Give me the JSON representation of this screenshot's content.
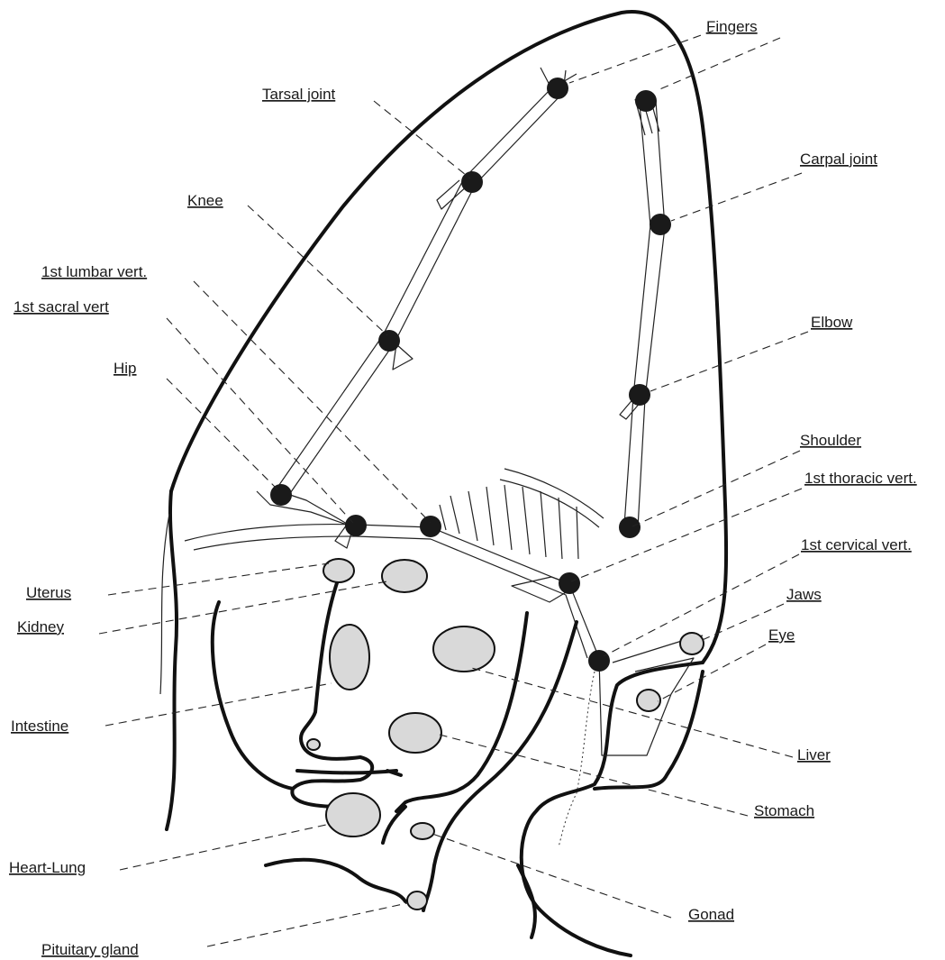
{
  "labels": {
    "fingers": "Fingers",
    "tarsal_joint": "Tarsal joint",
    "carpal_joint": "Carpal joint",
    "knee": "Knee",
    "lumbar": "1st lumbar vert.",
    "sacral": "1st sacral vert",
    "elbow": "Elbow",
    "hip": "Hip",
    "shoulder": "Shoulder",
    "thoracic": "1st thoracic vert.",
    "cervical": "1st cervical vert.",
    "uterus": "Uterus",
    "jaws": "Jaws",
    "kidney": "Kidney",
    "eye": "Eye",
    "intestine": "Intestine",
    "liver": "Liver",
    "stomach": "Stomach",
    "heart_lung": "Heart-Lung",
    "gonad": "Gonad",
    "pituitary": "Pituitary gland"
  },
  "colors": {
    "ink": "#111111",
    "organ_fill": "#d9d9d9"
  }
}
